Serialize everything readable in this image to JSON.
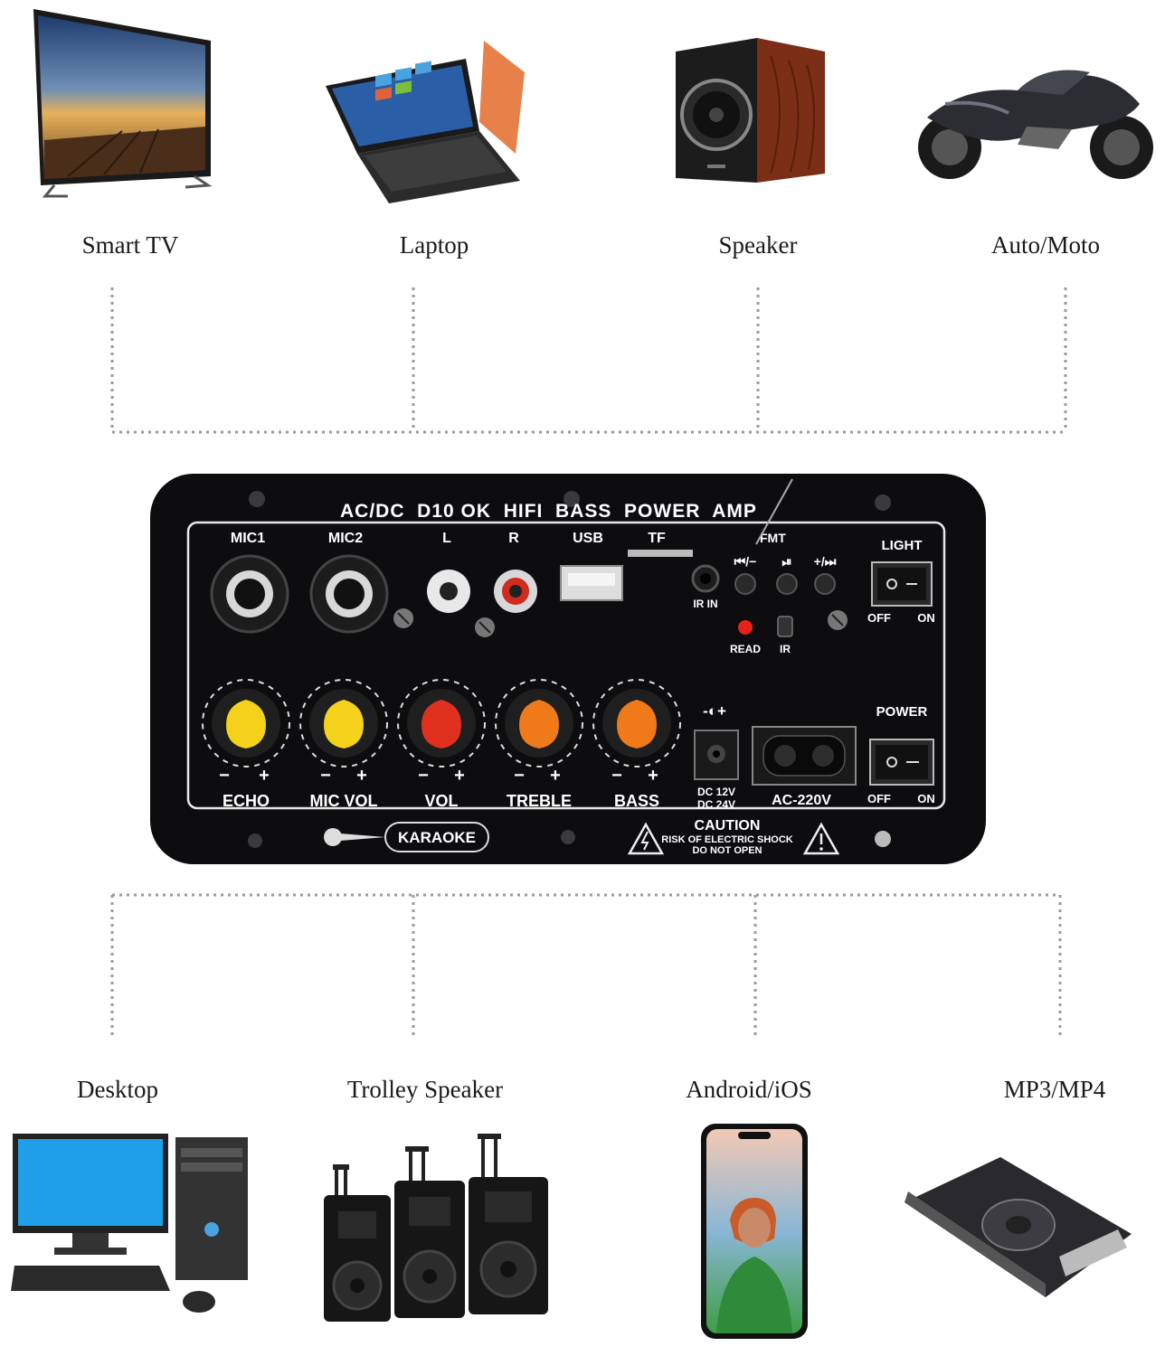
{
  "top_devices": [
    {
      "label": "Smart TV",
      "icon": "smart-tv-icon"
    },
    {
      "label": "Laptop",
      "icon": "laptop-icon"
    },
    {
      "label": "Speaker",
      "icon": "speaker-icon"
    },
    {
      "label": "Auto/Moto",
      "icon": "motorcycle-icon"
    }
  ],
  "bottom_devices": [
    {
      "label": "Desktop",
      "icon": "desktop-computer-icon"
    },
    {
      "label": "Trolley Speaker",
      "icon": "trolley-speaker-icon"
    },
    {
      "label": "Android/iOS",
      "icon": "smartphone-icon"
    },
    {
      "label": "MP3/MP4",
      "icon": "mp3-player-icon"
    }
  ],
  "board": {
    "title": "AC/DC  D10 OK  HIFI  BASS  POWER  AMP",
    "inputs": [
      "MIC1",
      "MIC2",
      "L",
      "R",
      "USB",
      "TF"
    ],
    "ir_in": "IR IN",
    "fmt": "FMT",
    "buttons": [
      "⏮/−",
      "⏯",
      "+/⏭"
    ],
    "read": "READ",
    "ir": "IR",
    "light": {
      "label": "LIGHT",
      "off": "OFF",
      "on": "ON"
    },
    "power": {
      "label": "POWER",
      "off": "OFF",
      "on": "ON"
    },
    "knobs": [
      {
        "label": "ECHO",
        "color": "#f4d21c"
      },
      {
        "label": "MIC VOL",
        "color": "#f4d21c"
      },
      {
        "label": "VOL",
        "color": "#e0301e"
      },
      {
        "label": "TREBLE",
        "color": "#f07a1a"
      },
      {
        "label": "BASS",
        "color": "#f07a1a"
      }
    ],
    "minus": "−",
    "plus": "+",
    "dc_symbol": "-◐+",
    "dc_rating_1": "DC 12V",
    "dc_rating_2": "DC 24V",
    "ac_rating": "AC-220V",
    "karaoke": "KARAOKE",
    "caution": "CAUTION",
    "caution_line1": "RISK OF ELECTRIC SHOCK",
    "caution_line2": "DO NOT OPEN",
    "colors": {
      "panel": "#0d0d10",
      "line": "#e8e8e8"
    }
  }
}
